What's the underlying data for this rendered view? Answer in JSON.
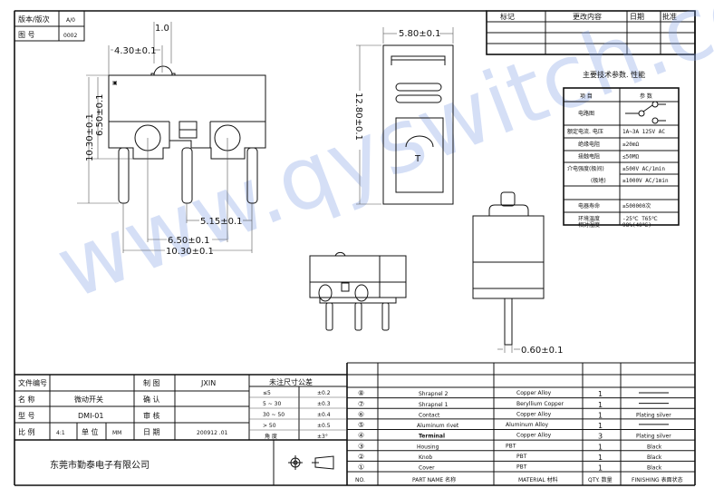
{
  "version_table": {
    "version_label": "版本/版次",
    "version_value": "A/0",
    "drawing_no_label": "图 号",
    "drawing_no_value": "0002"
  },
  "revision_table": {
    "headers": [
      "标记",
      "更改内容",
      "日期",
      "批准"
    ]
  },
  "dimensions": {
    "actuator_width": "1.0",
    "actuator_offset": "4.30±0.1",
    "body_height": "6.50±0.1",
    "total_height": "10.30±0.1",
    "pin_pitch_small": "5.15±0.1",
    "pin_pitch_mid": "6.50±0.1",
    "pin_pitch_total": "10.30±0.1",
    "top_width": "5.80±0.1",
    "top_length": "12.80±0.1",
    "pin_thickness": "0.60±0.1",
    "top_symbol": "T"
  },
  "spec_table": {
    "title": "主要技术参数. 性能",
    "header_item": "项  目",
    "header_value": "参  数",
    "rows": [
      {
        "label": "电路图",
        "value": ""
      },
      {
        "label": "额定电流. 电压",
        "value": "1A~3A 125V AC"
      },
      {
        "label": "绝缘电阻",
        "value": "≥20mΩ"
      },
      {
        "label": "接触电阻",
        "value": "≤50MΩ"
      },
      {
        "label": "介电强度(极间)",
        "value": "≥500V AC/1min"
      },
      {
        "label": "(极地)",
        "value": "≥1000V AC/1min"
      },
      {
        "label": "电器寿命",
        "value": "≥500000次"
      },
      {
        "label": "环境温度",
        "value": "-25℃ T65℃"
      },
      {
        "label": "相对湿度",
        "value": "98%(40℃)"
      }
    ]
  },
  "title_block": {
    "file_no_label": "文件编号",
    "file_no_value": "",
    "name_label": "名  称",
    "name_value": "微动开关",
    "model_label": "型  号",
    "model_value": "DMI-01",
    "scale_label": "比  例",
    "scale_value": "4:1",
    "unit_label": "单 位",
    "unit_value": "MM",
    "drawn_label": "制  图",
    "drawn_value": "JXIN",
    "confirm_label": "确  认",
    "confirm_value": "",
    "review_label": "审  核",
    "review_value": "",
    "date_label": "日  期",
    "date_value": "200912 .01",
    "company": "东莞市勤泰电子有限公司"
  },
  "tolerance_table": {
    "title": "未注尺寸公差",
    "rows": [
      {
        "range": "≤5",
        "tol": "±0.2"
      },
      {
        "range": "5 ~ 30",
        "tol": "±0.3"
      },
      {
        "range": "30 ~ 50",
        "tol": "±0.4"
      },
      {
        "range": "> 50",
        "tol": "±0.5"
      },
      {
        "range": "角 度",
        "tol": "±3°"
      }
    ]
  },
  "parts_table": {
    "headers": {
      "no": "NO.",
      "name": "PART  NAME 名称",
      "material": "MATERIAL 材料",
      "qty": "QTY. 数量",
      "finishing": "FINISHING 表面状态"
    },
    "rows": [
      {
        "no": "⑧",
        "name": "Shrapnel  2",
        "material": "Copper  Alloy",
        "qty": "1",
        "finishing": "—"
      },
      {
        "no": "⑦",
        "name": "Shrapnel  1",
        "material": "Beryllium  Copper",
        "qty": "1",
        "finishing": "—"
      },
      {
        "no": "⑥",
        "name": "Contact",
        "material": "Copper  Alloy",
        "qty": "1",
        "finishing": "Plating  silver"
      },
      {
        "no": "⑤",
        "name": "Aluminum rivet",
        "material": "Aluminum Alloy",
        "qty": "1",
        "finishing": "—"
      },
      {
        "no": "④",
        "name": "Terminal",
        "material": "Copper  Alloy",
        "qty": "3",
        "finishing": "Plating  silver"
      },
      {
        "no": "③",
        "name": "Housing",
        "material": "PBT",
        "qty": "1",
        "finishing": "Black"
      },
      {
        "no": "②",
        "name": "Knob",
        "material": "PBT",
        "qty": "1",
        "finishing": "Black"
      },
      {
        "no": "①",
        "name": "Cover",
        "material": "PBT",
        "qty": "1",
        "finishing": "Black"
      }
    ]
  },
  "watermark": "www.qyswitch.com"
}
